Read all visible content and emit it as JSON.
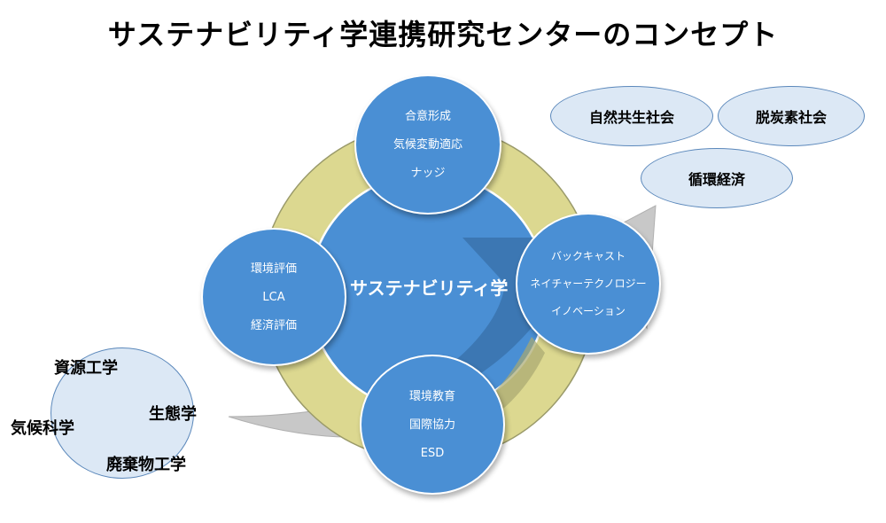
{
  "title": "サステナビリティ学連携研究センターのコンセプト",
  "center": "サステナビリティ学",
  "top_circle": [
    "合意形成",
    "気候変動適応",
    "ナッジ"
  ],
  "left_circle": [
    "環境評価",
    "LCA",
    "経済評価"
  ],
  "right_circle": [
    "バックキャスト",
    "ネイチャーテクノロジー",
    "イノベーション"
  ],
  "bottom_circle": [
    "環境教育",
    "国際協力",
    "ESD"
  ],
  "goals": [
    "自然共生社会",
    "脱炭素社会",
    "循環経済"
  ],
  "fields": [
    "資源工学",
    "生態学",
    "気候科学",
    "廃棄物工学"
  ],
  "colors": {
    "ring": "#dcd890",
    "center": "#4a8fd4",
    "node": "#4a8fd4",
    "arrow": "#c8c8c8",
    "arrow_inner": "#3a73ad",
    "light_fill": "#dce8f5",
    "light_border": "#5b88bb"
  }
}
